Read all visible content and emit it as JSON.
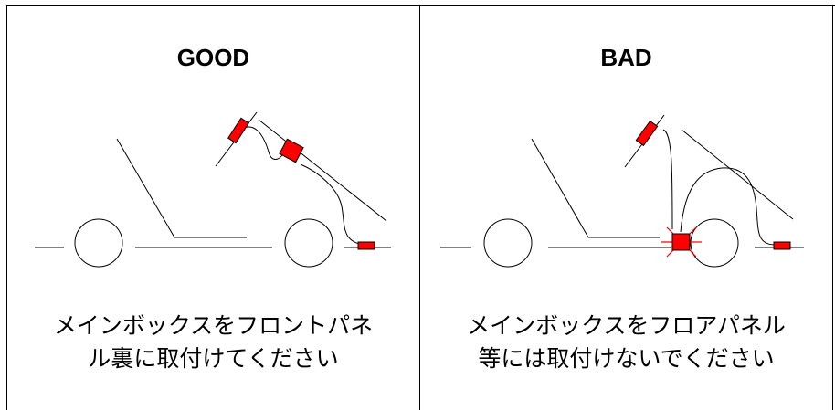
{
  "panels": [
    {
      "title": "GOOD",
      "caption_lines": [
        "メインボックスをフロントパネ",
        "ル裏に取付けてください"
      ]
    },
    {
      "title": "BAD",
      "caption_lines": [
        "メインボックスをフロアパネル",
        "等には取付けないでください"
      ]
    }
  ],
  "colors": {
    "component_fill": "#ff0000",
    "line": "#000000",
    "warning_burst": "#ff0000"
  }
}
